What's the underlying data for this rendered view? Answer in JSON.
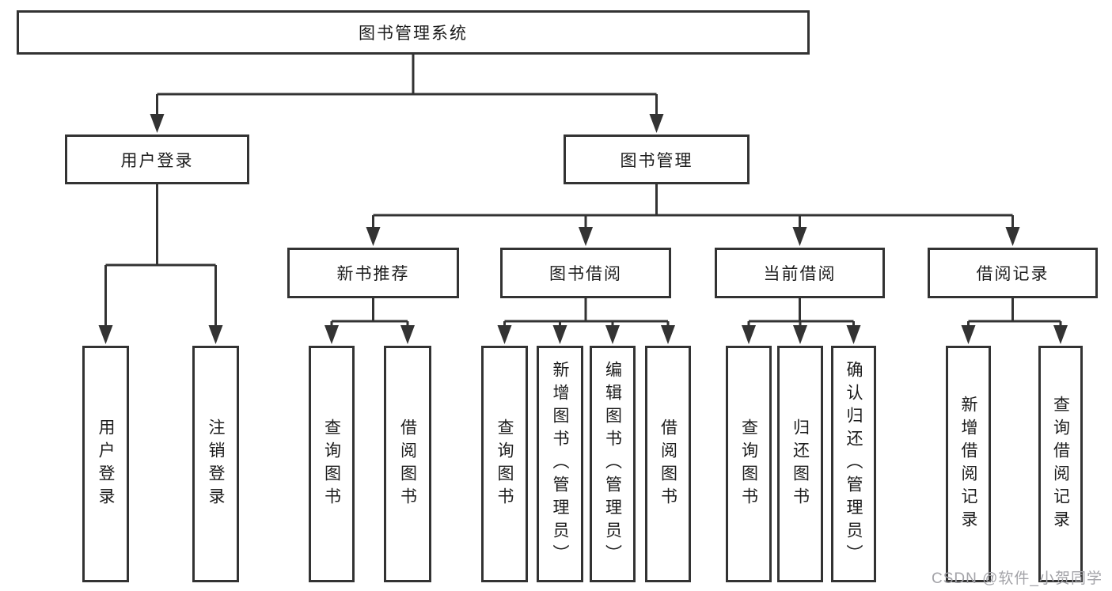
{
  "diagram": {
    "type": "tree",
    "title": "图书管理系统",
    "colors": {
      "line": "#333333",
      "box_border": "#333333",
      "text": "#1c1c1c",
      "watermark": "#a3a3a8",
      "background": "#ffffff"
    },
    "nodes": {
      "root": "图书管理系统",
      "user_login": "用户登录",
      "book_mgmt": "图书管理",
      "new_book_rec": "新书推荐",
      "book_borrow": "图书借阅",
      "current_borrow": "当前借阅",
      "borrow_records": "借阅记录",
      "leaf_user_login": "用户登录",
      "leaf_logout": "注销登录",
      "leaf_query_books_a": "查询图书",
      "leaf_borrow_books_a": "借阅图书",
      "leaf_query_books_b": "查询图书",
      "leaf_add_book": "新增图书（管理员）",
      "leaf_edit_book": "编辑图书（管理员）",
      "leaf_borrow_books_b": "借阅图书",
      "leaf_query_books_c": "查询图书",
      "leaf_return_book": "归还图书",
      "leaf_confirm_return": "确认归还（管理员）",
      "leaf_add_record": "新增借阅记录",
      "leaf_query_record": "查询借阅记录"
    },
    "hierarchy": {
      "图书管理系统": [
        "用户登录",
        "图书管理"
      ],
      "用户登录": [
        "用户登录",
        "注销登录"
      ],
      "图书管理": [
        "新书推荐",
        "图书借阅",
        "当前借阅",
        "借阅记录"
      ],
      "新书推荐": [
        "查询图书",
        "借阅图书"
      ],
      "图书借阅": [
        "查询图书",
        "新增图书（管理员）",
        "编辑图书（管理员）",
        "借阅图书"
      ],
      "当前借阅": [
        "查询图书",
        "归还图书",
        "确认归还（管理员）"
      ],
      "借阅记录": [
        "新增借阅记录",
        "查询借阅记录"
      ]
    },
    "watermark": "CSDN @软件_小贺同学"
  }
}
